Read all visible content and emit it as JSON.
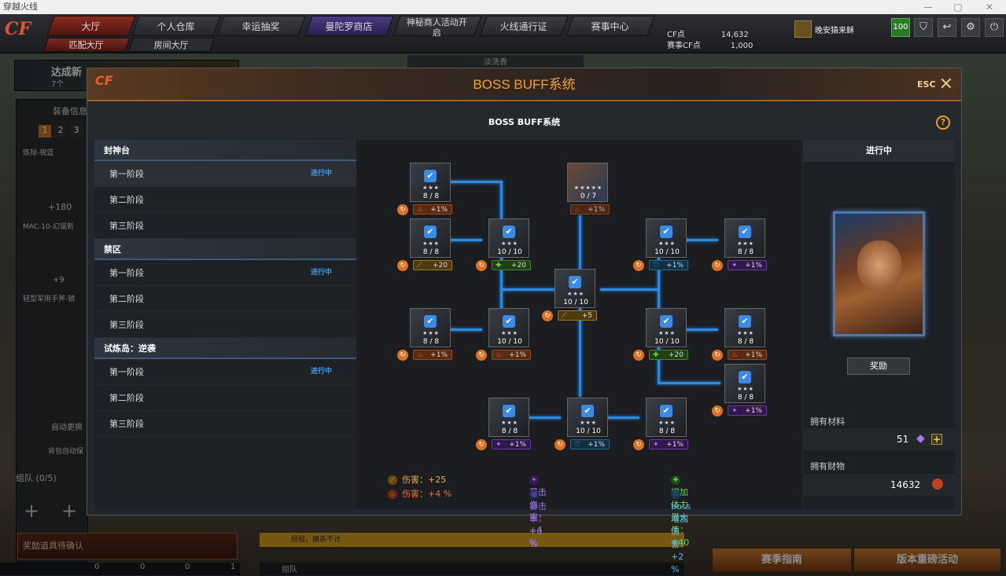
{
  "window_title": "穿越火线",
  "nav": {
    "tabs": [
      "大厅",
      "个人仓库",
      "幸运抽奖",
      "曼陀罗商店",
      "神秘商人活动开启",
      "火线通行证",
      "赛事中心"
    ],
    "subtabs": [
      "匹配大厅",
      "房间大厅"
    ]
  },
  "currency": {
    "cf_label": "CF点",
    "cf_value": "14,632",
    "vip_label": "赛事CF点",
    "vip_value": "1,000",
    "player": "晚安猿来稣",
    "level": "100"
  },
  "background": {
    "achievement": "达成新",
    "achievement_sub": "7个",
    "equip_panel": "装备信息",
    "slots": [
      "1",
      "2",
      "3"
    ],
    "item1": "炼狱-锐蓝",
    "item1_val": "+180",
    "item2": "MAC-10-幻诞新",
    "item2_val": "+9",
    "item3": "轻型军用手斧-镜",
    "auto": "自动更换",
    "auto_sub": "背包自动保",
    "team": "组队 (0/5)",
    "reward_pending": "奖励道具待确认",
    "chat": "经验，娘杀不计",
    "team2": "组队",
    "counts": [
      "0",
      "0",
      "0",
      "1"
    ],
    "btn_guide": "赛季指南",
    "btn_event": "版本重磅活动",
    "search": "淡洗香"
  },
  "modal": {
    "title": "BOSS BUFF系统",
    "esc": "ESC",
    "subtitle": "BOSS BUFF系统",
    "help": "?",
    "categories": [
      {
        "name": "封神台",
        "stages": [
          {
            "name": "第一阶段",
            "status": "进行中"
          },
          {
            "name": "第二阶段",
            "status": ""
          },
          {
            "name": "第三阶段",
            "status": ""
          }
        ]
      },
      {
        "name": "禁区",
        "stages": [
          {
            "name": "第一阶段",
            "status": "进行中"
          },
          {
            "name": "第二阶段",
            "status": ""
          },
          {
            "name": "第三阶段",
            "status": ""
          }
        ]
      },
      {
        "name": "试炼岛：逆袭",
        "stages": [
          {
            "name": "第一阶段",
            "status": "进行中"
          },
          {
            "name": "第二阶段",
            "status": ""
          },
          {
            "name": "第三阶段",
            "status": ""
          }
        ]
      }
    ],
    "nodes": [
      {
        "count": "8 / 8",
        "buff": "+1%",
        "type": "fire"
      },
      {
        "count": "0 / 7",
        "buff": "+1%",
        "type": "fire"
      },
      {
        "count": "8 / 8",
        "buff": "+20",
        "type": "gold"
      },
      {
        "count": "10 / 10",
        "buff": "+20",
        "type": "green"
      },
      {
        "count": "10 / 10",
        "buff": "+1%",
        "type": "blue"
      },
      {
        "count": "8 / 8",
        "buff": "+1%",
        "type": "purple"
      },
      {
        "count": "10 / 10",
        "buff": "+5",
        "type": "gold"
      },
      {
        "count": "8 / 8",
        "buff": "+1%",
        "type": "fire"
      },
      {
        "count": "10 / 10",
        "buff": "+1%",
        "type": "fire"
      },
      {
        "count": "10 / 10",
        "buff": "+20",
        "type": "green"
      },
      {
        "count": "8 / 8",
        "buff": "+1%",
        "type": "fire"
      },
      {
        "count": "8 / 8",
        "buff": "+1%",
        "type": "purple"
      },
      {
        "count": "8 / 8",
        "buff": "+1%",
        "type": "purple"
      },
      {
        "count": "10 / 10",
        "buff": "+1%",
        "type": "blue"
      },
      {
        "count": "8 / 8",
        "buff": "+1%",
        "type": "purple"
      }
    ],
    "summary": [
      {
        "label": "伤害：+25",
        "color": "#e8b030"
      },
      {
        "label": "伤害：+4 %",
        "color": "#f07020"
      },
      {
        "label": "暴击伤害：+4 %",
        "color": "#b070f0"
      },
      {
        "label": "暴击率：+0 %",
        "color": "#9070e0"
      },
      {
        "label": "增加体力最大值：+40",
        "color": "#70d040"
      },
      {
        "label": "boss增加伤害：+2 %",
        "color": "#50c0f0"
      }
    ],
    "right": {
      "status": "进行中",
      "reward_btn": "奖励",
      "material_label": "拥有材料",
      "material_value": "51",
      "wealth_label": "拥有财物",
      "wealth_value": "14632"
    }
  }
}
